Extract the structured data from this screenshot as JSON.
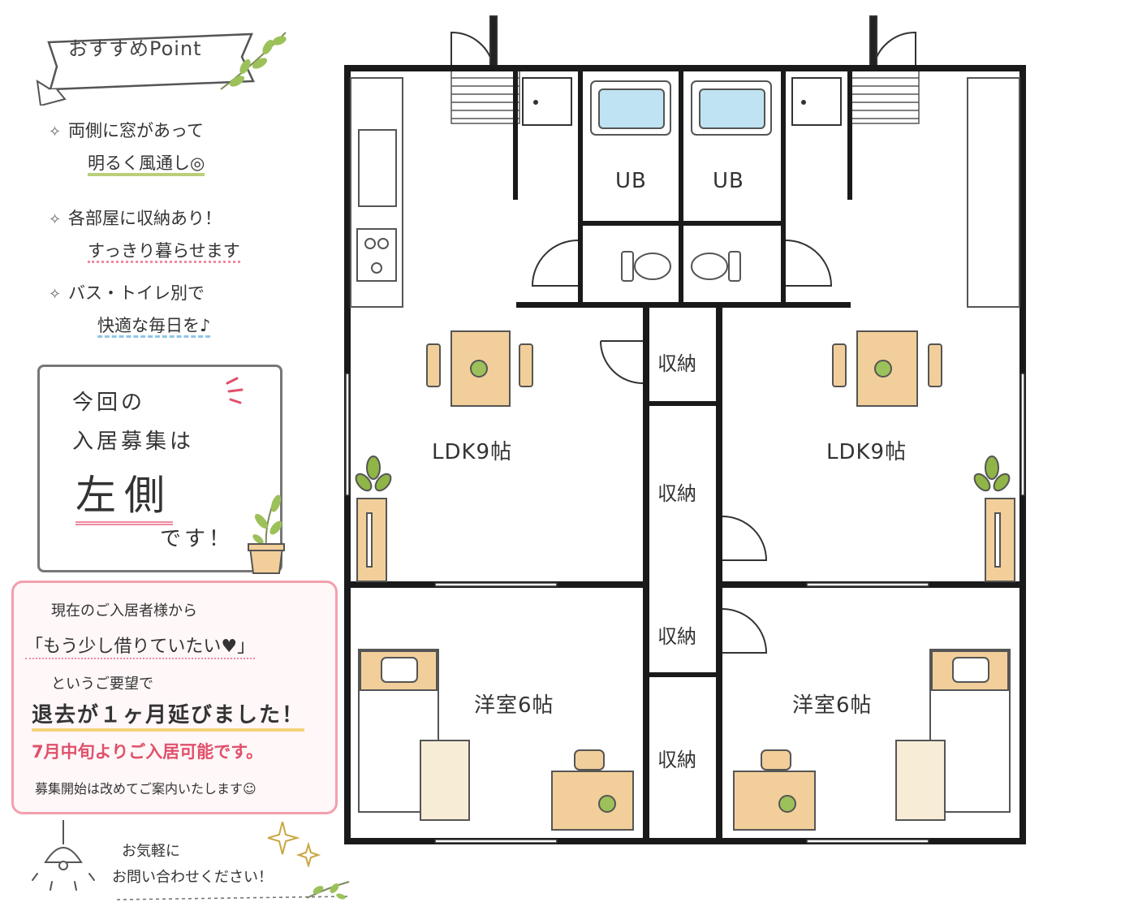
{
  "banner": {
    "title": "おすすめPoint"
  },
  "points": [
    {
      "line1": "両側に窓があって",
      "line2": "明るく風通し◎"
    },
    {
      "line1": "各部屋に収納あり！",
      "line2": "すっきり暮らせます"
    },
    {
      "line1": "バス・トイレ別で",
      "line2": "快適な毎日を♪"
    }
  ],
  "notice": {
    "line1": "今回の",
    "line2": "入居募集は",
    "big": "左側",
    "line3": "です！"
  },
  "contact_box": {
    "line1": "現在のご入居者様から",
    "line2": "「もう少し借りていたい♥」",
    "line3": "というご要望で",
    "line4": "退去が１ヶ月延びました！",
    "line5": "7月中旬よりご入居可能です。",
    "line6": "募集開始は改めてご案内いたします☺"
  },
  "footer": {
    "line1": "お気軽に",
    "line2": "お問い合わせください！"
  },
  "floorplan": {
    "ub_left": "UB",
    "ub_right": "UB",
    "ldk_left": "LDK9帖",
    "ldk_right": "LDK9帖",
    "room_left": "洋室6帖",
    "room_right": "洋室6帖",
    "storage_1": "収納",
    "storage_2": "収納",
    "storage_3": "収納",
    "storage_4": "収納"
  },
  "colors": {
    "wall": "#1a1a1a",
    "furniture": "#f2cf9a",
    "bath": "#bfe3f2",
    "plant": "#8fb547",
    "pink": "#f2a0ad",
    "accent_red": "#e0506a"
  }
}
